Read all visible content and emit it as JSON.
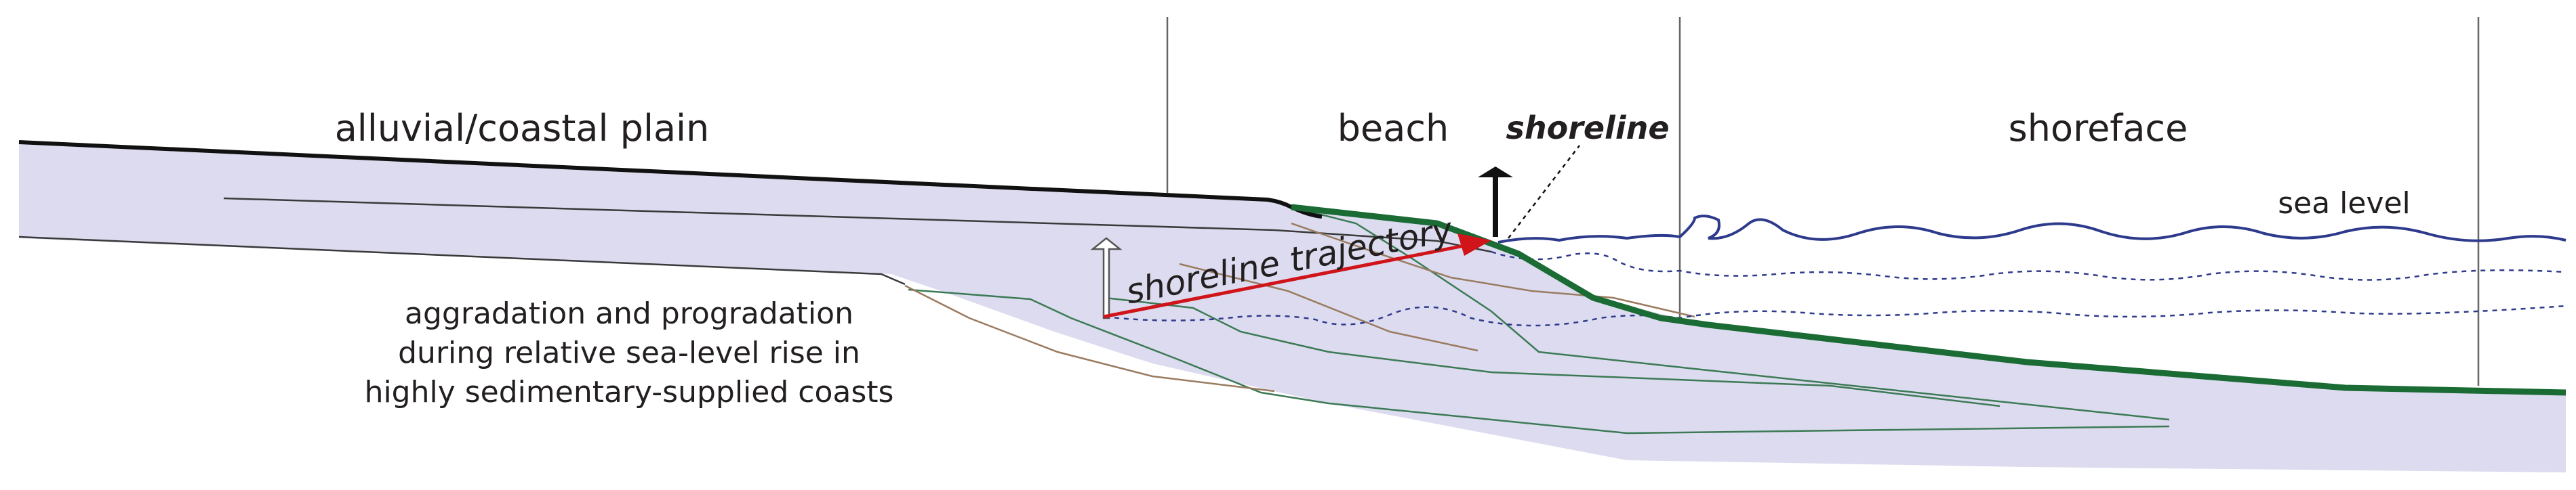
{
  "diagram": {
    "zones": {
      "coastal_plain": "alluvial/coastal plain",
      "beach": "beach",
      "shoreface": "shoreface"
    },
    "labels": {
      "shoreline": "shoreline",
      "sea_level": "sea level",
      "shoreline_trajectory": "shoreline trajectory"
    },
    "caption": {
      "line1": "aggradation and progradation",
      "line2": "during relative sea-level rise in",
      "line3": "highly sedimentary-supplied coasts"
    },
    "colors": {
      "sediment_fill": "#dcdbef",
      "surface_line": "#111111",
      "shoreface_line": "#1b6b34",
      "sea_line": "#2e3b8c",
      "trajectory_arrow": "#d0141a",
      "thin_green": "#3c7a55",
      "thin_brown": "#9a7b5f",
      "divider": "#666666"
    }
  }
}
